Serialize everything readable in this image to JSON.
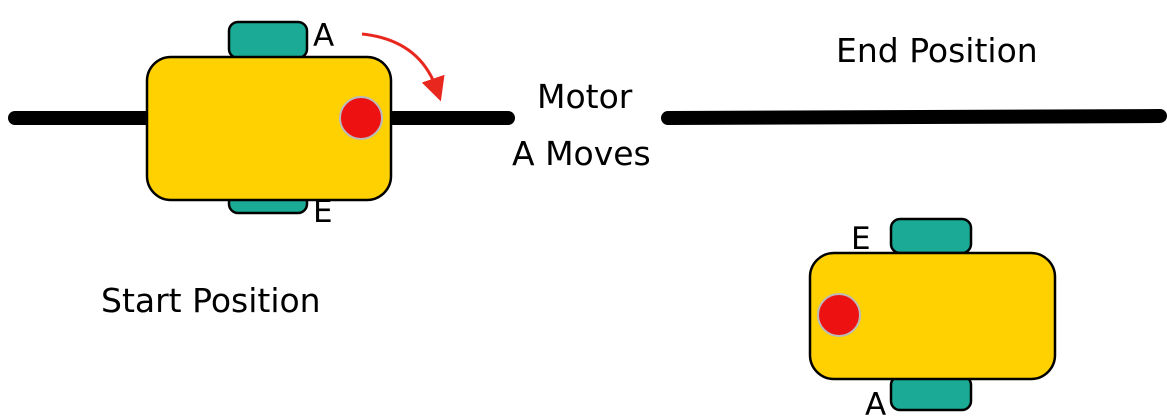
{
  "colors": {
    "line": "#000000",
    "robot_body": "#FFD100",
    "robot_outline": "#000000",
    "wheel": "#1AAA96",
    "sensor": "#EE1111",
    "sensor_outline": "#BBBBBB",
    "arrow": "#E8281E"
  },
  "labels": {
    "start_position": "Start Position",
    "end_position": "End Position",
    "motor_line1": "Motor",
    "motor_line2": "A Moves"
  },
  "start_robot": {
    "wheel_top_label": "A",
    "wheel_bottom_label": "E"
  },
  "end_robot": {
    "wheel_top_label": "E",
    "wheel_bottom_label": "A"
  }
}
